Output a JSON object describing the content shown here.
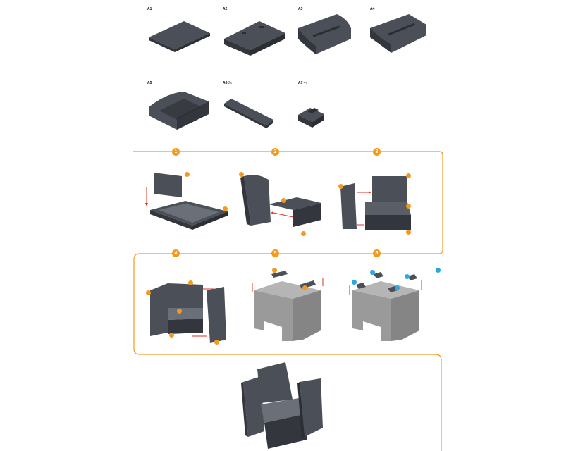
{
  "parts": [
    {
      "id": "a1",
      "label": "A1",
      "qty": ""
    },
    {
      "id": "a2",
      "label": "A2",
      "qty": ""
    },
    {
      "id": "a3",
      "label": "A3",
      "qty": ""
    },
    {
      "id": "a4",
      "label": "A4",
      "qty": ""
    },
    {
      "id": "a5",
      "label": "A5",
      "qty": ""
    },
    {
      "id": "a6",
      "label": "A6",
      "qty": "2x"
    },
    {
      "id": "a7",
      "label": "A7",
      "qty": "4x"
    }
  ],
  "steps": [
    "1",
    "2",
    "3",
    "4",
    "5",
    "6"
  ],
  "colors": {
    "accent": "#f39a1e",
    "blue_marker": "#29a9e0",
    "part_gray": "#4b5058",
    "assembled_gray": "#9a9a9a"
  }
}
